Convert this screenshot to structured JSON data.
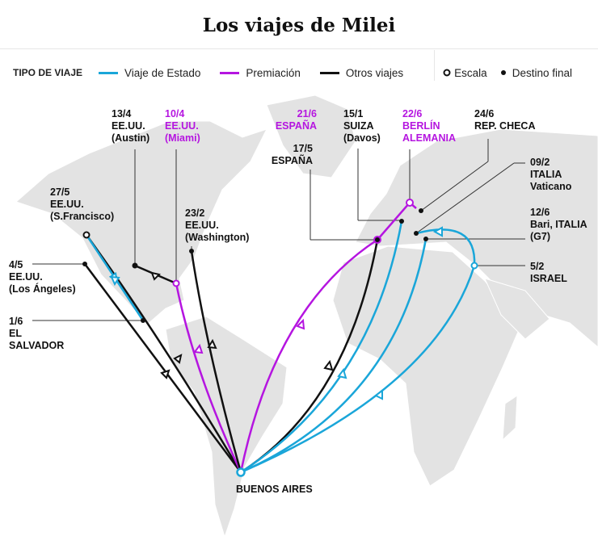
{
  "title": "Los viajes de Milei",
  "legend": {
    "heading": "TIPO DE VIAJE",
    "items": [
      {
        "label": "Viaje de Estado",
        "color": "#1aa6d9"
      },
      {
        "label": "Premiación",
        "color": "#b515e0"
      },
      {
        "label": "Otros viajes",
        "color": "#111111"
      }
    ],
    "markers": [
      {
        "label": "Escala",
        "icon": "hollow-circle"
      },
      {
        "label": "Destino final",
        "icon": "filled-dot"
      }
    ]
  },
  "origin": "BUENOS AIRES",
  "destinations": [
    {
      "date": "13/4",
      "l1": "EE.UU.",
      "l2": "(Austin)",
      "type": "other"
    },
    {
      "date": "10/4",
      "l1": "EE.UU.",
      "l2": "(Miami)",
      "type": "award"
    },
    {
      "date": "27/5",
      "l1": "EE.UU.",
      "l2": "(S.Francisco)",
      "type": "other"
    },
    {
      "date": "23/2",
      "l1": "EE.UU.",
      "l2": "(Washington)",
      "type": "other"
    },
    {
      "date": "4/5",
      "l1": "EE.UU.",
      "l2": "(Los Ángeles)",
      "type": "other"
    },
    {
      "date": "1/6",
      "l1": "EL",
      "l2": "SALVADOR",
      "type": "state"
    },
    {
      "date": "21/6",
      "l1": "ESPAÑA",
      "type": "award"
    },
    {
      "date": "17/5",
      "l1": "ESPAÑA",
      "type": "other"
    },
    {
      "date": "15/1",
      "l1": "SUIZA",
      "l2": "(Davos)",
      "type": "state"
    },
    {
      "date": "22/6",
      "l1": "BERLÍN",
      "l2": "ALEMANIA",
      "type": "award"
    },
    {
      "date": "24/6",
      "l1": "REP. CHECA",
      "type": "other"
    },
    {
      "date": "09/2",
      "l1": "ITALIA",
      "l2": "Vaticano",
      "type": "state"
    },
    {
      "date": "12/6",
      "l1": "Bari, ITALIA",
      "l2": "(G7)",
      "type": "state"
    },
    {
      "date": "5/2",
      "l1": "ISRAEL",
      "type": "state"
    }
  ]
}
